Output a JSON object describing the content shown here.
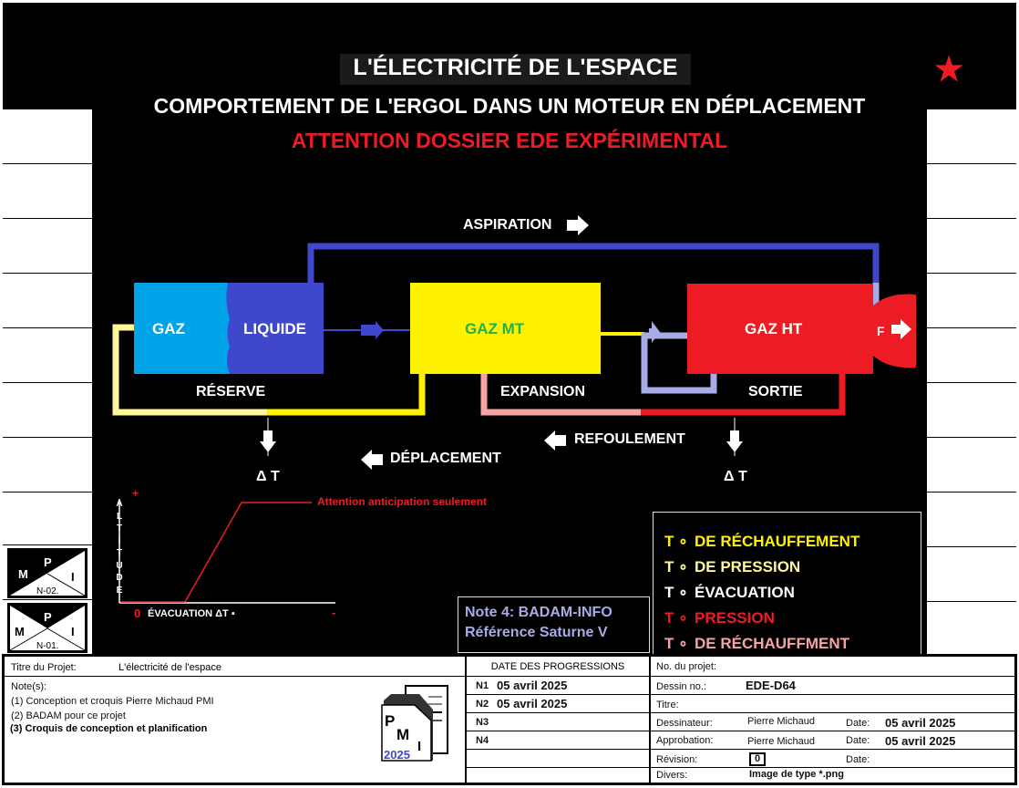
{
  "header": {
    "title": "L'ÉLECTRICITÉ DE L'ESPACE",
    "subtitle": "COMPORTEMENT DE L'ERGOL DANS  UN MOTEUR EN DÉPLACEMENT",
    "warning": "ATTENTION DOSSIER EDE EXPÉRIMENTAL",
    "star_icon": "star-icon",
    "colors": {
      "warning": "#ed1c24"
    }
  },
  "diagram": {
    "aspiration": "ASPIRATION",
    "gaz": "GAZ",
    "liquide": "LIQUIDE",
    "gaz_mt": "GAZ MT",
    "gaz_ht": "GAZ HT",
    "f": "F",
    "reserve": "RÉSERVE",
    "expansion": "EXPANSION",
    "sortie": "SORTIE",
    "refoulement": "REFOULEMENT",
    "deplacement": "DÉPLACEMENT",
    "delta_t_left": "Δ T",
    "delta_t_right": "Δ T",
    "colors": {
      "gaz": "#00a2e8",
      "liquide": "#3f48cc",
      "gaz_mt": "#fff200",
      "gaz_ht": "#ed1c24",
      "lavender": "#a8abe6",
      "pale_yellow": "#fff799",
      "pink": "#f5a3a3"
    }
  },
  "graph": {
    "plus": "+",
    "ylabel": [
      "A",
      "L",
      "T",
      "i",
      "T",
      "U",
      "D",
      "E"
    ],
    "zero": "0",
    "xlabel": "ÉVACUATION ΔT ▪",
    "minus": "-",
    "annotation": "Attention anticipation seulement"
  },
  "note": {
    "line1": "Note 4: BADAM-INFO",
    "line2": "Référence Saturne V"
  },
  "legend": [
    {
      "t": "T ∘",
      "label": "DE RÉCHAUFFEMENT",
      "color": "#fff200"
    },
    {
      "t": "T ∘",
      "label": "DE PRESSION",
      "color": "#fff799"
    },
    {
      "t": "T ∘",
      "label": "ÉVACUATION",
      "color": "#ffffff"
    },
    {
      "t": "T ∘",
      "label": "PRESSION",
      "color": "#ed1c24"
    },
    {
      "t": "T ∘",
      "label": "DE RÉCHAUFFMENT",
      "color": "#f5a3a3"
    }
  ],
  "stamps": [
    {
      "m": "M",
      "p": "P",
      "i": "I",
      "code": "N-02."
    },
    {
      "m": "M",
      "p": "P",
      "i": "I",
      "code": "N-01."
    }
  ],
  "titleblock": {
    "titre_label": "Titre du Projet:",
    "titre_value": "L'électricité de l'espace",
    "notes_label": "Note(s):",
    "notes": [
      "(1) Conception et croquis Pierre Michaud PMI",
      "(2) BADAM pour ce projet",
      "(3) Croquis de conception et planification"
    ],
    "logo": {
      "p": "P",
      "m": "M",
      "i": "I",
      "year": "2025"
    },
    "dates_header": "DATE DES PROGRESSIONS",
    "dates": [
      {
        "n": "N1",
        "date": "05 avril 2025"
      },
      {
        "n": "N2",
        "date": "05 avril 2025"
      },
      {
        "n": "N3",
        "date": ""
      },
      {
        "n": "N4",
        "date": ""
      }
    ],
    "projet_label": "No. du projet:",
    "dessin_label": "Dessin no.:",
    "dessin_value": "EDE-D64",
    "titre2_label": "Titre:",
    "dessinateur_label": "Dessinateur:",
    "dessinateur_value": "Pierre Michaud",
    "approbation_label": "Approbation:",
    "approbation_value": "Pierre Michaud",
    "date_label": "Date:",
    "date1": "05 avril 2025",
    "date2": "05 avril 2025",
    "revision_label": "Révision:",
    "revision_value": "0",
    "divers_label": "Divers:",
    "divers_value": "Image de type *.png"
  }
}
